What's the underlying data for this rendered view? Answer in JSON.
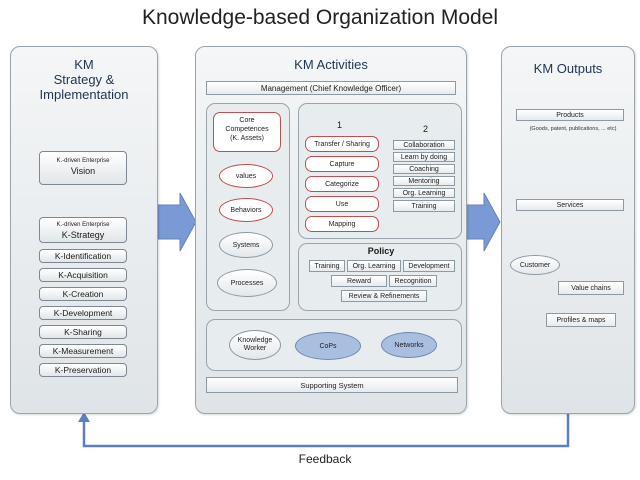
{
  "title": "Knowledge-based Organization Model",
  "left": {
    "title_lines": [
      "KM",
      "Strategy &",
      "Implementation"
    ],
    "vision_small": "K.-driven Enterprise",
    "vision": "Vision",
    "strategy_small": "K.-driven Enterprise",
    "strategy": "K-Strategy",
    "items": [
      "K-Identification",
      "K-Acquisition",
      "K-Creation",
      "K-Development",
      "K-Sharing",
      "K-Measurement",
      "K-Preservation"
    ]
  },
  "middle": {
    "title": "KM Activities",
    "management": "Management (Chief Knowledge Officer)",
    "core_line1": "Core",
    "core_line2": "Competences",
    "core_line3": "(K. Assets)",
    "ovals": [
      "values",
      "Behaviors",
      "Systems",
      "Processes"
    ],
    "col1_num": "1",
    "col1_items": [
      "Transfer / Sharing",
      "Capture",
      "Categorize",
      "Use",
      "Mapping"
    ],
    "col2_num": "2",
    "col2_items": [
      "Collaboration",
      "Learn by doing",
      "Coaching",
      "Mentoring",
      "Org. Learning",
      "Training"
    ],
    "policy_title": "Policy",
    "policy_row1": [
      "Training",
      "Org. Learning",
      "Development"
    ],
    "policy_row2": [
      "Reward",
      "Recognition"
    ],
    "policy_row3": "Review & Refinements",
    "kw_line1": "Knowledge",
    "kw_line2": "Worker",
    "cops": "CoPs",
    "networks": "Networks",
    "supporting": "Supporting System"
  },
  "right": {
    "title": "KM Outputs",
    "products": "Products",
    "products_note": "(Goods, patent, publications, ... etc)",
    "services": "Services",
    "customer": "Customer",
    "value_chains": "Value chains",
    "profiles": "Profiles & maps"
  },
  "feedback": "Feedback",
  "colors": {
    "arrow": "#6f8fcf",
    "red_border": "#c0504d",
    "feedback_line": "#5b7fc0"
  }
}
